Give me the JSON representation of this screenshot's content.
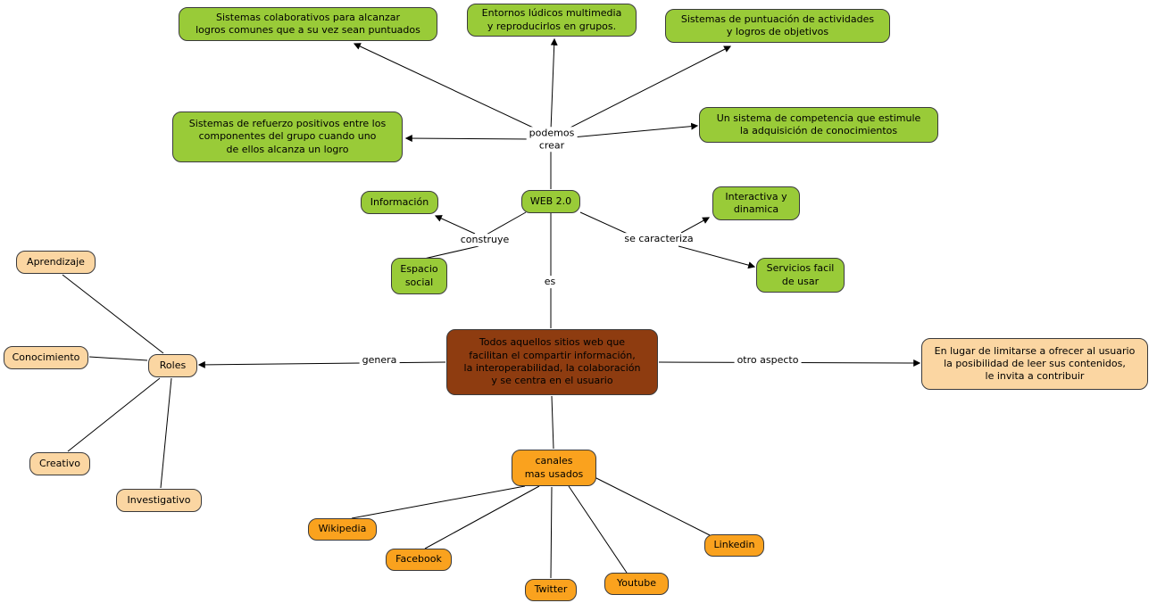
{
  "colors": {
    "concept_green": "#99cb38",
    "concept_peach": "#fbd6a2",
    "concept_orange": "#faa21e",
    "concept_brown": "#8e3c10",
    "connector": "#000000",
    "background": "#ffffff"
  },
  "nodes": {
    "sistemas_colaborativos": {
      "label": "Sistemas colaborativos para alcanzar\nlogros comunes que a su vez sean puntuados"
    },
    "entornos_ludicos": {
      "label": "Entornos lúdicos multimedia\ny reproducirlos en grupos."
    },
    "sistemas_puntuacion": {
      "label": "Sistemas de puntuación de actividades\ny logros de objetivos"
    },
    "sistemas_refuerzo": {
      "label": "Sistemas de refuerzo positivos entre los\ncomponentes del grupo cuando uno\nde ellos alcanza un logro"
    },
    "sistema_competencia": {
      "label": "Un sistema de competencia que estimule\nla adquisición de conocimientos"
    },
    "informacion": {
      "label": "Información"
    },
    "web20": {
      "label": "WEB 2.0"
    },
    "interactiva": {
      "label": "Interactiva y\ndinamica"
    },
    "espacio_social": {
      "label": "Espacio\nsocial"
    },
    "servicios_facil": {
      "label": "Servicios facil\nde usar"
    },
    "definicion": {
      "label": "Todos aquellos sitios web que\nfacilitan el compartir información,\nla interoperabilidad, la colaboración\ny se centra en el usuario"
    },
    "aprendizaje": {
      "label": "Aprendizaje"
    },
    "conocimiento": {
      "label": "Conocimiento"
    },
    "roles": {
      "label": "Roles"
    },
    "creativo": {
      "label": "Creativo"
    },
    "investigativo": {
      "label": "Investigativo"
    },
    "otro_aspecto_box": {
      "label": "En lugar de limitarse a ofrecer al usuario\nla posibilidad de leer sus contenidos,\nle invita a contribuir"
    },
    "canales": {
      "label": "canales\nmas usados"
    },
    "wikipedia": {
      "label": "Wikipedia"
    },
    "facebook": {
      "label": "Facebook"
    },
    "twitter": {
      "label": "Twitter"
    },
    "youtube": {
      "label": "Youtube"
    },
    "linkedin": {
      "label": "Linkedin"
    }
  },
  "links": {
    "podemos_crear": {
      "label": "podemos\ncrear"
    },
    "construye": {
      "label": "construye"
    },
    "se_caracteriza": {
      "label": "se caracteriza"
    },
    "es": {
      "label": "es"
    },
    "genera": {
      "label": "genera"
    },
    "otro_aspecto": {
      "label": "otro aspecto"
    }
  }
}
